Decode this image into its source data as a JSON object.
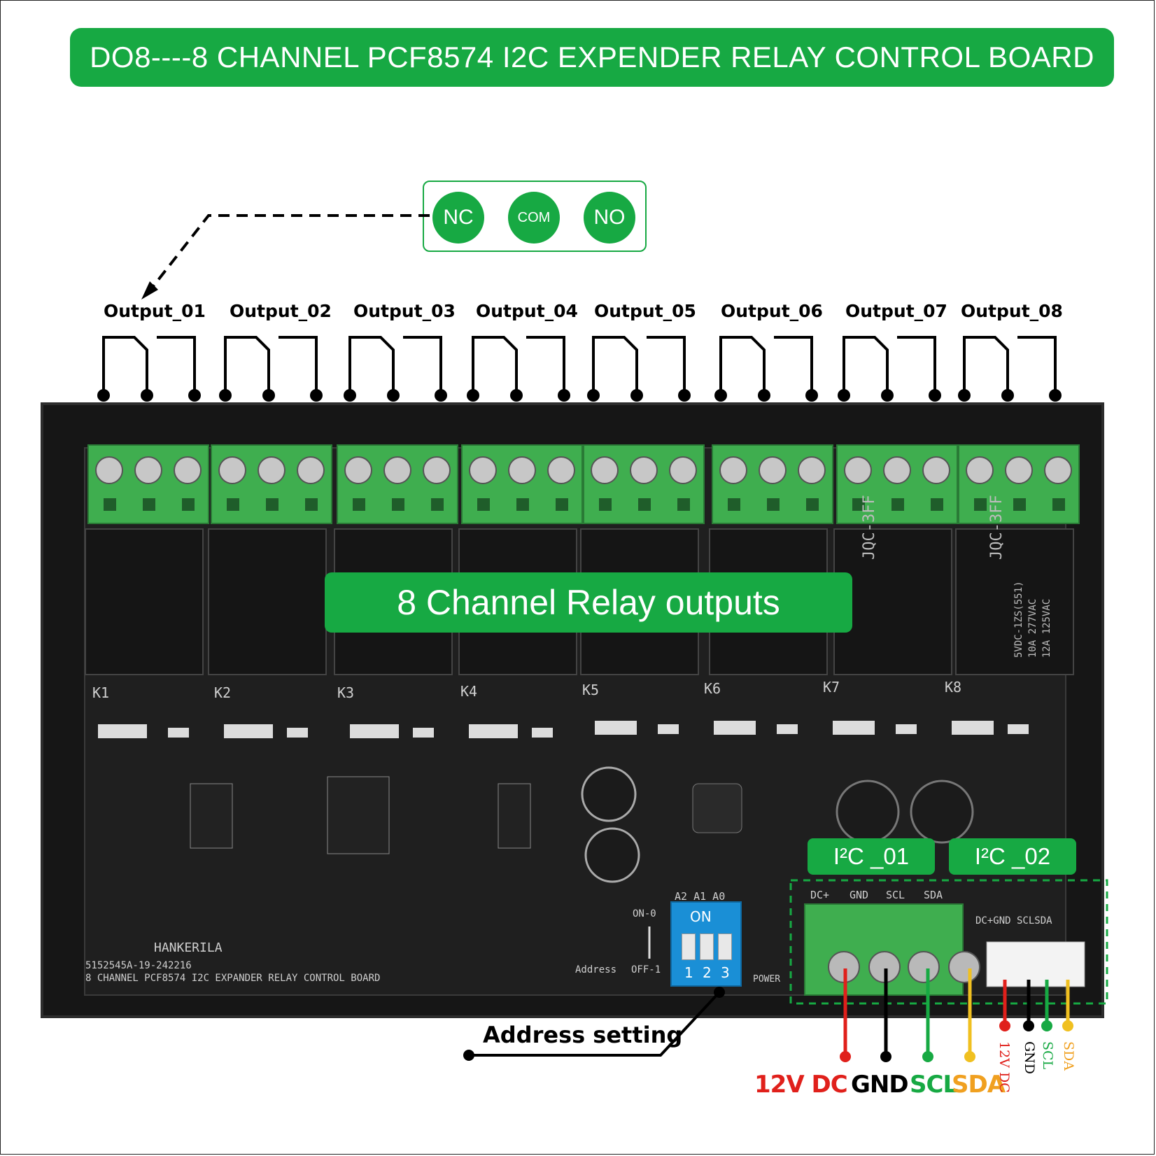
{
  "title": "DO8----8 CHANNEL PCF8574 I2C EXPENDER RELAY CONTROL BOARD",
  "terminal_legend": {
    "nc": "NC",
    "com": "COM",
    "no": "NO"
  },
  "outputs": [
    "Output_01",
    "Output_02",
    "Output_03",
    "Output_04",
    "Output_05",
    "Output_06",
    "Output_07",
    "Output_08"
  ],
  "relay_banner": "8 Channel Relay outputs",
  "relay_ids": [
    "K1",
    "K2",
    "K3",
    "K4",
    "K5",
    "K6",
    "K7",
    "K8"
  ],
  "relay_model": "JQC-3FF",
  "relay_rating": [
    "5VDC-1ZS(551)",
    "10A 277VAC",
    "12A 125VAC"
  ],
  "i2c_ports": [
    "I²C _01",
    "I²C _02"
  ],
  "connector_pins": [
    "DC+",
    "GND",
    "SCL",
    "SDA"
  ],
  "small_connector_label": "DC+GND SCLSDA",
  "dip": {
    "header": "A2 A1 A0",
    "on_text": "ON",
    "numbers": [
      "1",
      "2",
      "3"
    ],
    "on_mark": "ON-0",
    "off_mark": "OFF-1",
    "address_word": "Address"
  },
  "silk": {
    "brand": "HANKERILA",
    "code": "5152545A-19-242216",
    "board_name": "8 CHANNEL PCF8574 I2C EXPANDER RELAY CONTROL BOARD",
    "power": "POWER"
  },
  "address_setting": "Address setting",
  "wire_labels": [
    {
      "text": "12V DC",
      "color": "#e0201b"
    },
    {
      "text": "GND",
      "color": "#000000"
    },
    {
      "text": "SCL",
      "color": "#17a943"
    },
    {
      "text": "SDA",
      "color": "#f0a020"
    }
  ],
  "wire_vertical_labels": [
    {
      "text": "12V DC",
      "color": "#e0201b"
    },
    {
      "text": "GND",
      "color": "#000000"
    },
    {
      "text": "SCL",
      "color": "#17a943"
    },
    {
      "text": "SDA",
      "color": "#f0a020"
    }
  ],
  "colors": {
    "accent_green": "#17a943",
    "board_black": "#161616",
    "terminal_green": "#3fae4f",
    "dip_blue": "#1a8fd6"
  }
}
